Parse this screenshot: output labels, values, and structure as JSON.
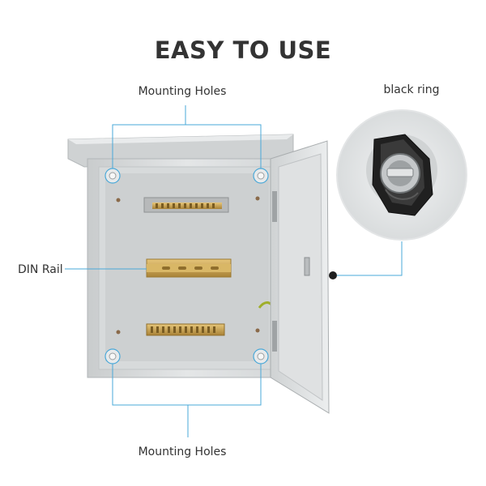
{
  "headline": "EASY TO USE",
  "callouts": {
    "mounting_holes_top": "Mounting Holes",
    "mounting_holes_bottom": "Mounting Holes",
    "din_rail": "DIN Rail",
    "black_ring": "black ring"
  },
  "colors": {
    "callout_line": "#4aa8d8",
    "text": "#333333",
    "enclosure": "#dcdedf"
  }
}
